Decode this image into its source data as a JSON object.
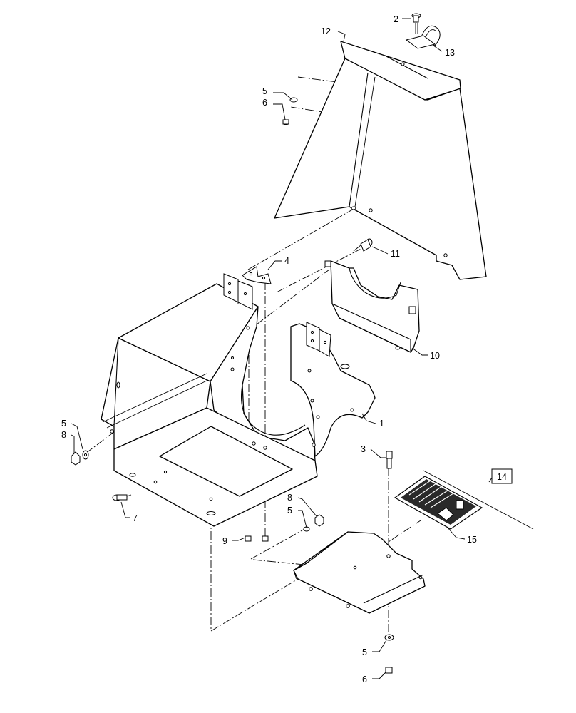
{
  "callouts": {
    "c1": "1",
    "c2": "2",
    "c3": "3",
    "c4": "4",
    "c5a": "5",
    "c6a": "6",
    "c5b": "5",
    "c8a": "8",
    "c7": "7",
    "c8b": "8",
    "c5c": "5",
    "c9": "9",
    "c10": "10",
    "c11": "11",
    "c12": "12",
    "c13": "13",
    "c14": "14",
    "c15": "15",
    "c5d": "5",
    "c6b": "6"
  }
}
